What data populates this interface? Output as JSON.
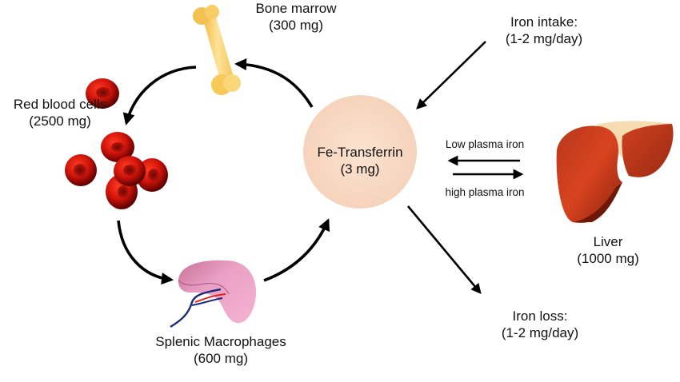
{
  "diagram": {
    "type": "iron metabolism cycle",
    "center": {
      "name": "Fe-Transferrin",
      "amount": "(3 mg)",
      "color": "#f9dcc6"
    },
    "nodes": {
      "bone_marrow": {
        "name": "Bone marrow",
        "amount": "(300 mg)",
        "color": "#f7c95a"
      },
      "red_blood_cells": {
        "name": "Red blood cells",
        "amount": "(2500 mg)",
        "color": "#c8150e"
      },
      "splenic_macrophages": {
        "name": "Splenic Macrophages",
        "amount": "(600 mg)",
        "color": "#e08fb5"
      },
      "liver": {
        "name": "Liver",
        "amount": "(1000 mg)",
        "color": "#b8341a"
      }
    },
    "iron_intake": {
      "name": "Iron intake:",
      "amount": "(1-2 mg/day)"
    },
    "iron_loss": {
      "name": "Iron loss:",
      "amount": "(1-2 mg/day)"
    },
    "liver_exchange": {
      "to_transferrin_label": "Low plasma iron",
      "to_liver_label": "high plasma iron"
    },
    "flows": [
      {
        "from": "Fe-Transferrin",
        "to": "Bone marrow"
      },
      {
        "from": "Bone marrow",
        "to": "Red blood cells"
      },
      {
        "from": "Red blood cells",
        "to": "Splenic Macrophages"
      },
      {
        "from": "Splenic Macrophages",
        "to": "Fe-Transferrin"
      },
      {
        "from": "Iron intake",
        "to": "Fe-Transferrin"
      },
      {
        "from": "Fe-Transferrin",
        "to": "Iron loss"
      },
      {
        "from": "Liver",
        "to": "Fe-Transferrin",
        "condition": "Low plasma iron"
      },
      {
        "from": "Fe-Transferrin",
        "to": "Liver",
        "condition": "high plasma iron"
      }
    ],
    "arrow_color": "#000000"
  }
}
